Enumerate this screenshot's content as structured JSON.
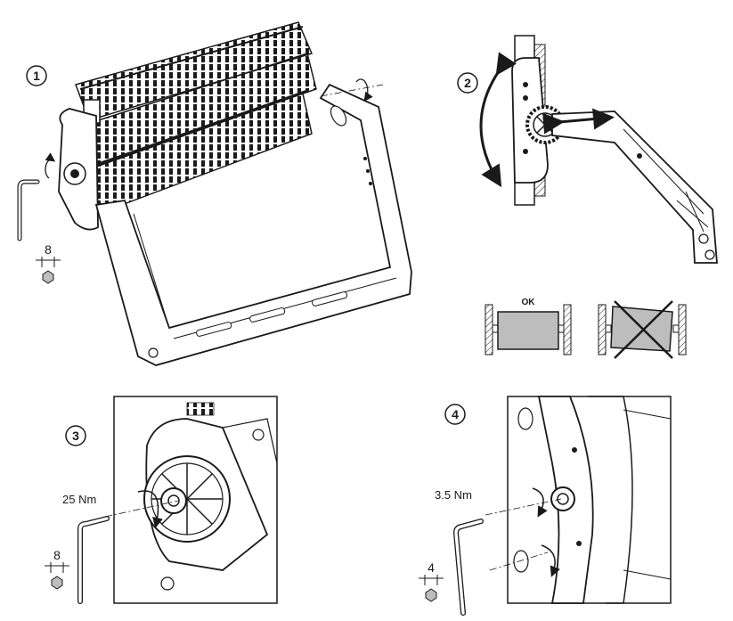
{
  "steps": [
    {
      "number": "1",
      "tool_size": "8"
    },
    {
      "number": "2"
    },
    {
      "number": "3",
      "torque": "25 Nm",
      "tool_size": "8"
    },
    {
      "number": "4",
      "torque": "3.5 Nm",
      "tool_size": "4"
    }
  ],
  "alignment": {
    "ok_label": "OK"
  },
  "colors": {
    "line": "#1a1a1a",
    "fill_grey": "#bdbdbd",
    "fill_light": "#ffffff"
  }
}
